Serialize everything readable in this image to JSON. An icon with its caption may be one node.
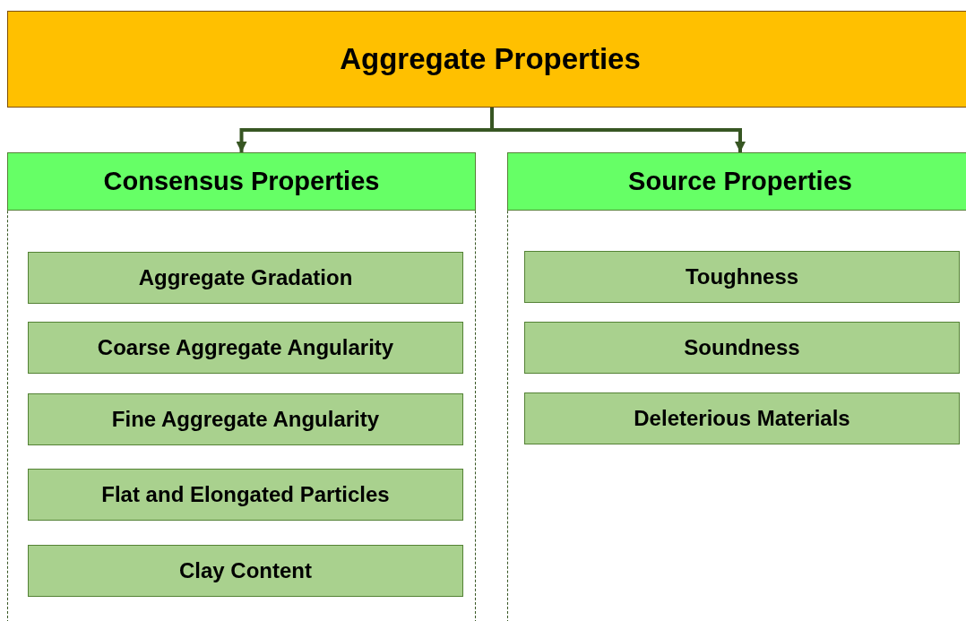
{
  "diagram": {
    "nodes": [
      {
        "text": [
          "Aggregate Properties"
        ]
      },
      {
        "text": [
          "Consensus Properties"
        ]
      },
      {
        "text": [
          "Aggregate Gradation"
        ],
        "in": 1
      },
      {
        "text": [
          "Coarse Aggregate Angularity"
        ],
        "in": 1
      },
      {
        "text": [
          "Fine Aggregate Angularity"
        ],
        "in": 1
      },
      {
        "text": [
          "Flat and Elongated Particles"
        ],
        "in": 1
      },
      {
        "text": [
          "Clay Content"
        ],
        "in": 1
      },
      {
        "text": [
          "Source Properties"
        ]
      },
      {
        "text": [
          "Toughness"
        ],
        "in": 7
      },
      {
        "text": [
          "Soundness"
        ],
        "in": 7
      },
      {
        "text": [
          "Deleterious Materials"
        ],
        "in": 7
      }
    ],
    "edges": [
      {
        "from": 0,
        "to": 1,
        "arrow": "to"
      },
      {
        "from": 0,
        "to": 7,
        "arrow": "to"
      }
    ]
  }
}
